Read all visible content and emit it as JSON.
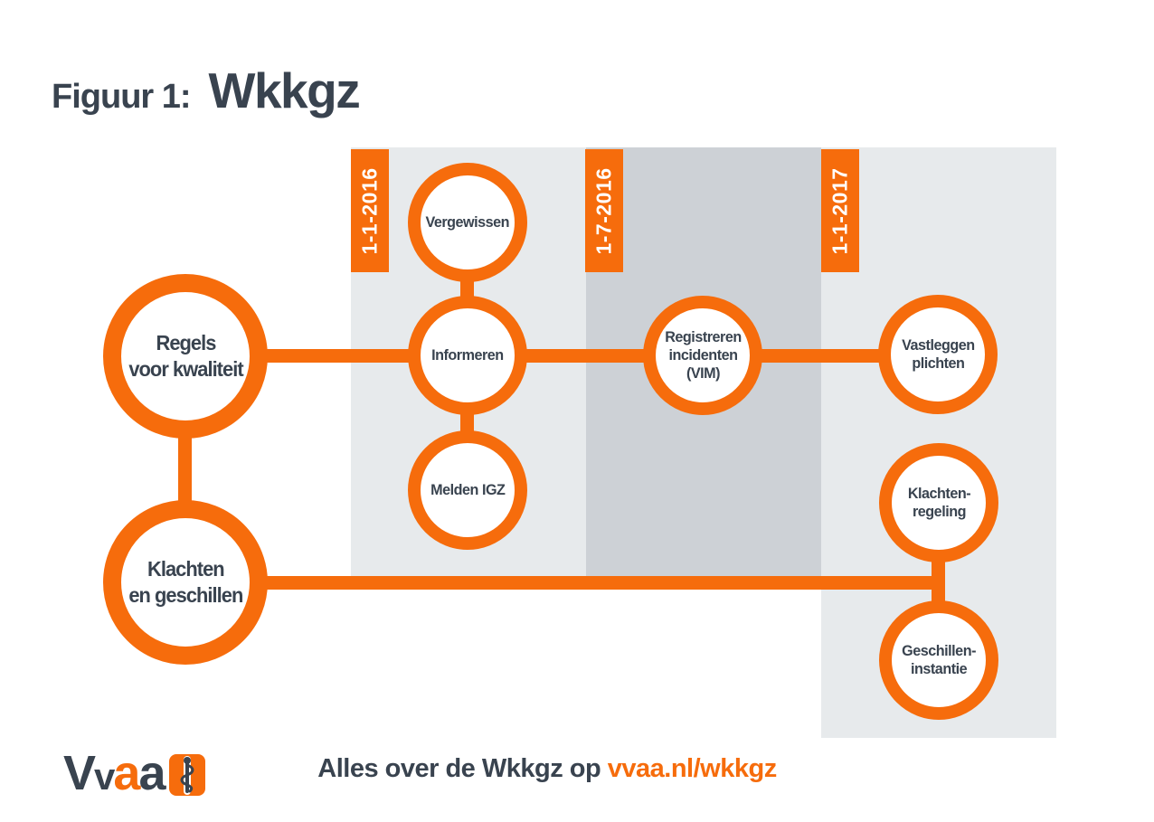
{
  "title": {
    "prefix": "Figuur 1:",
    "main": "Wkkgz"
  },
  "timeline": {
    "columns": [
      {
        "date": "1-1-2016",
        "shade": "light"
      },
      {
        "date": "1-7-2016",
        "shade": "dark"
      },
      {
        "date": "1-1-2017",
        "shade": "light"
      }
    ]
  },
  "nodes": {
    "regels_voor_kwaliteit": {
      "label": "Regels\nvoor kwaliteit",
      "size": "large"
    },
    "klachten_en_geschillen": {
      "label": "Klachten\nen geschillen",
      "size": "large"
    },
    "vergewissen": {
      "label": "Vergewissen",
      "size": "small"
    },
    "informeren": {
      "label": "Informeren",
      "size": "small"
    },
    "melden_igz": {
      "label": "Melden IGZ",
      "size": "small"
    },
    "registreren_incidenten": {
      "label": "Registreren\nincidenten\n(VIM)",
      "size": "small"
    },
    "vastleggen_plichten": {
      "label": "Vastleggen\nplichten",
      "size": "small"
    },
    "klachtenregeling": {
      "label": "Klachten-\nregeling",
      "size": "small"
    },
    "geschilleninstantie": {
      "label": "Geschillen-\ninstantie",
      "size": "small"
    }
  },
  "connections": [
    "regels_voor_kwaliteit - informeren",
    "regels_voor_kwaliteit - klachten_en_geschillen",
    "vergewissen - informeren",
    "informeren - melden_igz",
    "informeren - registreren_incidenten",
    "registreren_incidenten - vastleggen_plichten",
    "klachten_en_geschillen - klachtenregeling/geschilleninstantie",
    "klachtenregeling - geschilleninstantie"
  ],
  "footer": {
    "text": "Alles over de Wkkgz op",
    "link": "vvaa.nl/wkkgz",
    "logo": {
      "v1": "V",
      "v2": "v",
      "a1": "a",
      "a2": "a"
    }
  },
  "colors": {
    "orange": "#F66C0C",
    "dark_text": "#39434F",
    "band_light": "#E7EAEC",
    "band_dark": "#CDD1D6",
    "node_fill": "#FFFFFF"
  }
}
